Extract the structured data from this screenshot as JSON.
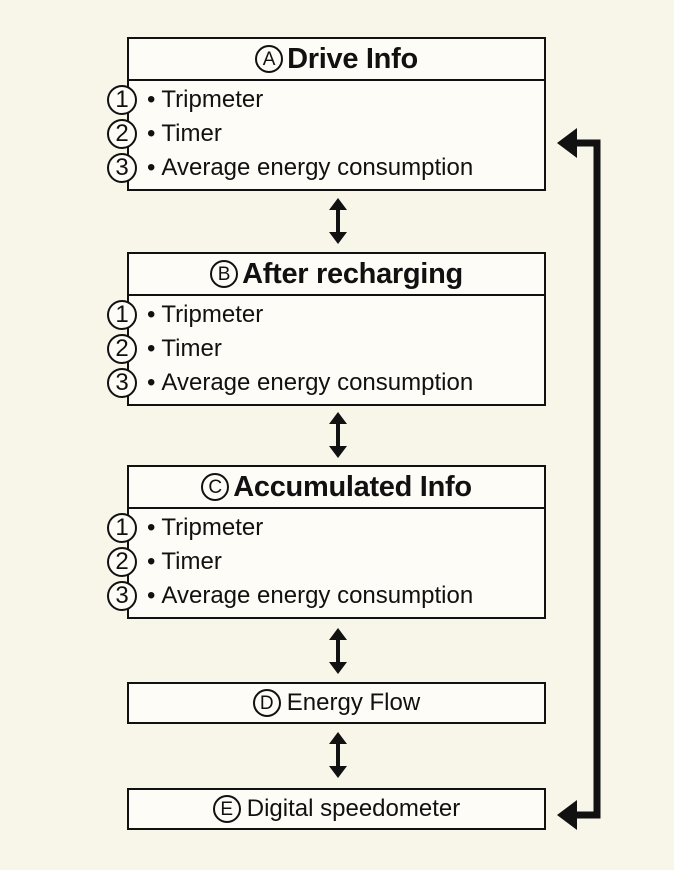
{
  "sections": [
    {
      "letter": "A",
      "title": "Drive Info",
      "items": [
        {
          "num": "1",
          "text": "Tripmeter"
        },
        {
          "num": "2",
          "text": "Timer"
        },
        {
          "num": "3",
          "text": "Average energy consumption"
        }
      ]
    },
    {
      "letter": "B",
      "title": "After recharging",
      "items": [
        {
          "num": "1",
          "text": "Tripmeter"
        },
        {
          "num": "2",
          "text": "Timer"
        },
        {
          "num": "3",
          "text": "Average energy consumption"
        }
      ]
    },
    {
      "letter": "C",
      "title": "Accumulated Info",
      "items": [
        {
          "num": "1",
          "text": "Tripmeter"
        },
        {
          "num": "2",
          "text": "Timer"
        },
        {
          "num": "3",
          "text": "Average energy consumption"
        }
      ]
    }
  ],
  "energy_flow": {
    "letter": "D",
    "label": "Energy Flow"
  },
  "speedometer": {
    "letter": "E",
    "label": "Digital speedometer"
  },
  "bullet": "•",
  "colors": {
    "background": "#f8f5e9",
    "line": "#111111"
  }
}
